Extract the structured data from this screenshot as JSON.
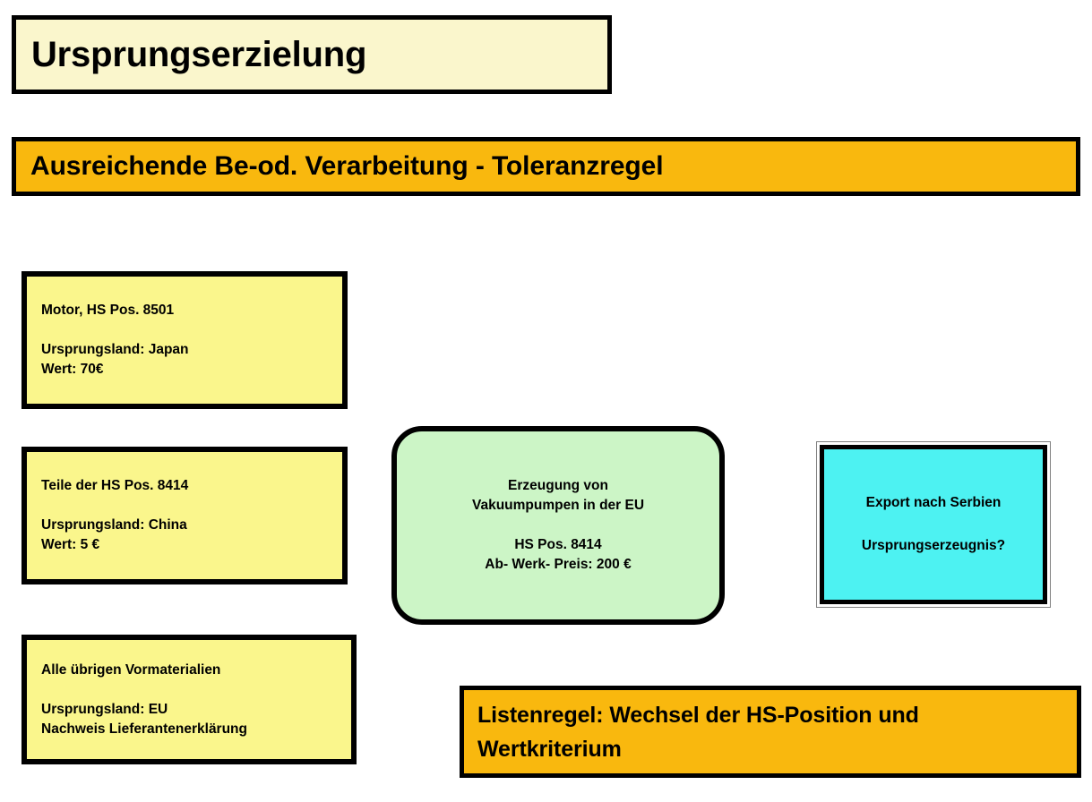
{
  "slide": {
    "title": "Ursprungserzielung",
    "banner": "Ausreichende Be-od. Verarbeitung - Toleranzregel",
    "colors": {
      "title_bg": "#FAF6CC",
      "banner_bg": "#F9B80E",
      "material_bg": "#FAF68C",
      "production_bg": "#CCF5C6",
      "export_bg": "#4DF2F2",
      "rule_bg": "#F9B80E",
      "border": "#000000",
      "page_bg": "#FFFFFF"
    },
    "materials": [
      {
        "heading": "Motor, HS Pos. 8501",
        "origin": "Ursprungsland: Japan",
        "value": "Wert: 70€"
      },
      {
        "heading": "Teile der HS Pos. 8414",
        "origin": "Ursprungsland: China",
        "value": "Wert: 5 €"
      },
      {
        "heading": "Alle übrigen Vormaterialien",
        "origin": "Ursprungsland: EU",
        "value": "Nachweis Lieferantenerklärung"
      }
    ],
    "production": {
      "line1": "Erzeugung von",
      "line2": "Vakuumpumpen in der EU",
      "line3": "HS Pos. 8414",
      "line4": "Ab- Werk- Preis: 200 €"
    },
    "export": {
      "line1": "Export nach Serbien",
      "line2": "Ursprungserzeugnis?"
    },
    "rule": {
      "line1": "Listenregel: Wechsel der HS-Position und",
      "line2": "Wertkriterium"
    }
  }
}
